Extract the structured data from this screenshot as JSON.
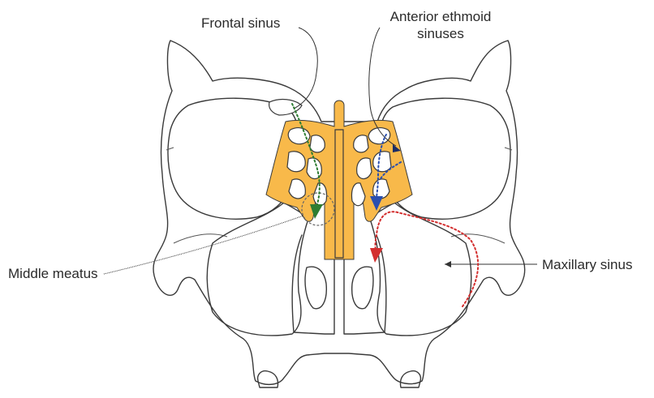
{
  "labels": {
    "frontal_sinus": "Frontal sinus",
    "anterior_ethmoid_line1": "Anterior ethmoid",
    "anterior_ethmoid_line2": "sinuses",
    "middle_meatus": "Middle meatus",
    "maxillary_sinus": "Maxillary sinus"
  },
  "colors": {
    "bone_fill": "#f8b94a",
    "outline": "#3a3a3a",
    "frontal_drainage_path": "#2e7d32",
    "ethmoid_drainage_path": "#2a4fb0",
    "maxillary_drainage_path": "#d32f2f"
  },
  "icons": {
    "green_arrow": "arrowhead-down",
    "blue_arrow": "arrowhead-down",
    "red_arrow": "arrowhead-down"
  }
}
